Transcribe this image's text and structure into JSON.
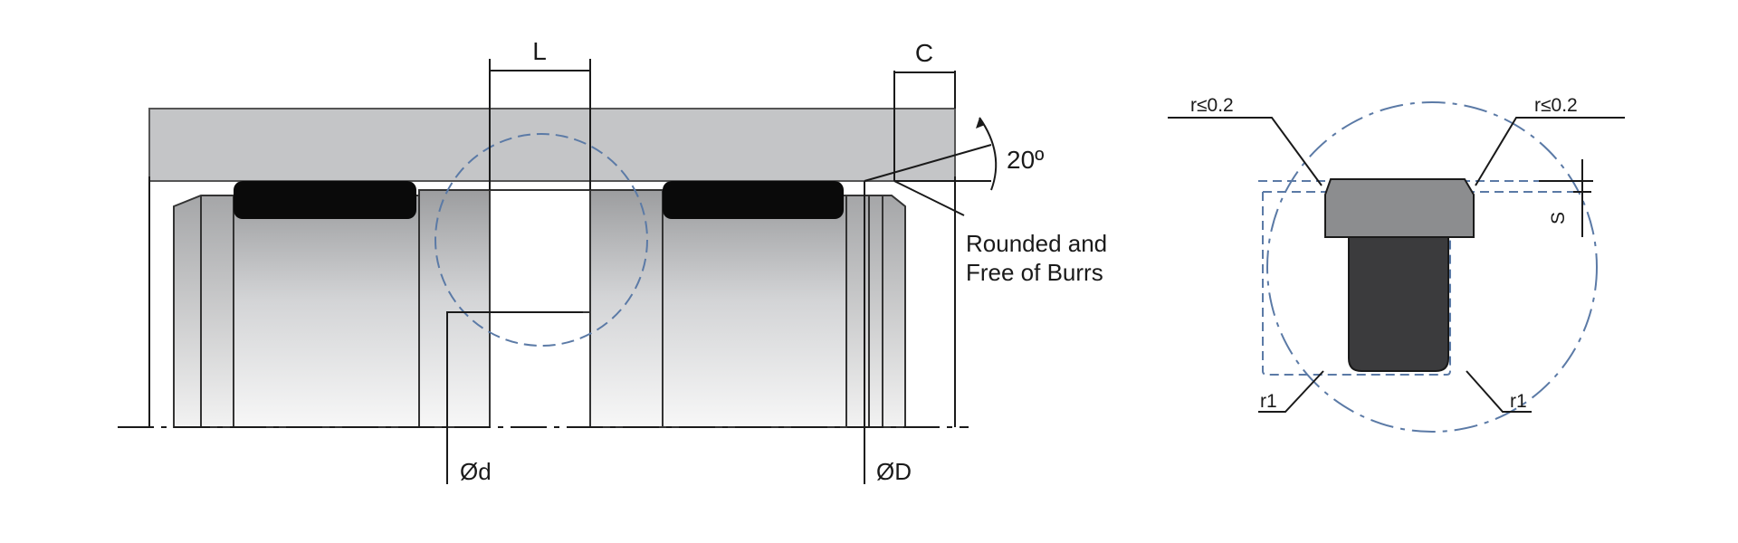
{
  "diagram": {
    "labels": {
      "length_L": "L",
      "chamfer_C": "C",
      "angle": "20º",
      "note_line1": "Rounded and",
      "note_line2": "Free of Burrs",
      "bore_d": "Ød",
      "bore_D": "ØD",
      "radius_left": "r≤0.2",
      "radius_right": "r≤0.2",
      "radius_r1_left": "r1",
      "radius_r1_right": "r1",
      "size_s": "S"
    },
    "colors": {
      "housing": "#c4c5c7",
      "seal": "#0a0a0a",
      "detail_circle": "#5b7aa6",
      "seal_cap": "#8c8d8f",
      "seal_core": "#3b3b3d",
      "line": "#1a1a1a"
    }
  }
}
